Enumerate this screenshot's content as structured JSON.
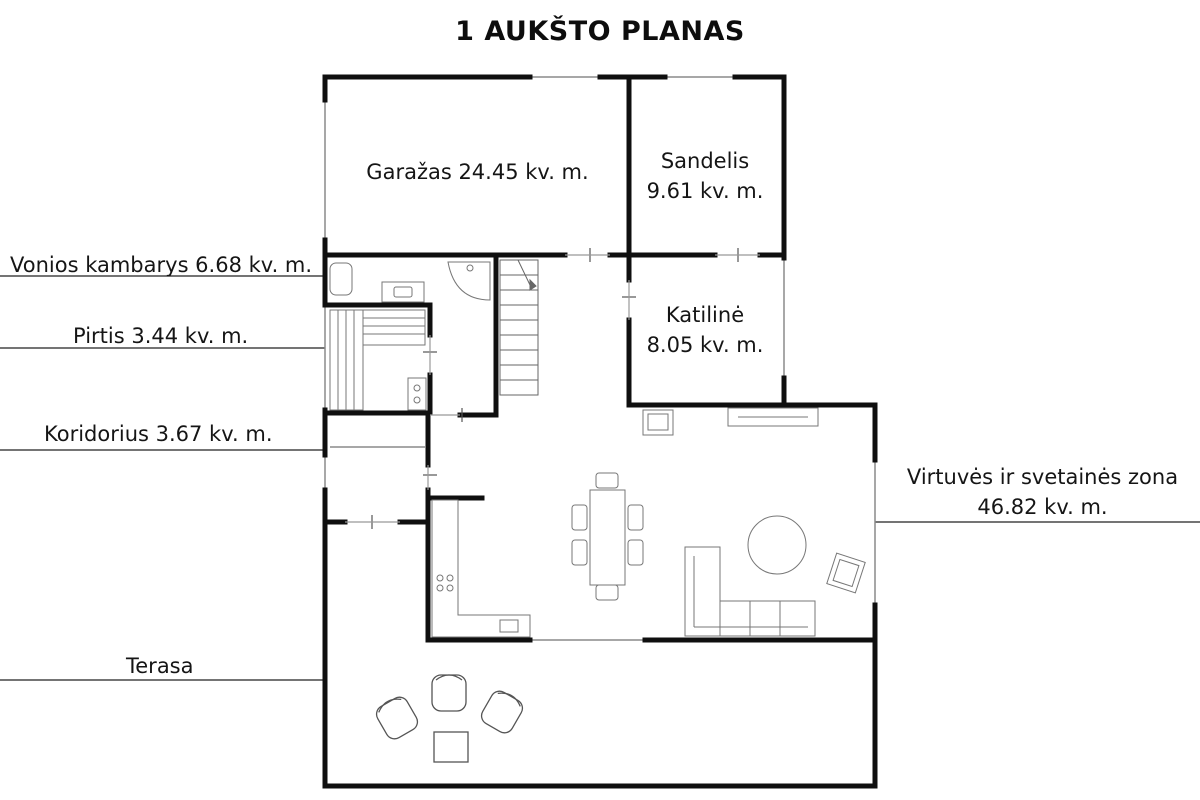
{
  "title": "1 AUKŠTO PLANAS",
  "rooms": {
    "garazas": "Garažas 24.45 kv. m.",
    "sandelis_name": "Sandelis",
    "sandelis_area": "9.61 kv. m.",
    "katiline_name": "Katilinė",
    "katiline_area": "8.05 kv. m."
  },
  "callouts": {
    "vonios": "Vonios kambarys 6.68 kv. m.",
    "pirtis": "Pirtis 3.44 kv. m.",
    "koridorius": "Koridorius 3.67 kv. m.",
    "terasa": "Terasa",
    "virtuve_line1": "Virtuvės ir svetainės zona",
    "virtuve_line2": "46.82 kv. m."
  }
}
